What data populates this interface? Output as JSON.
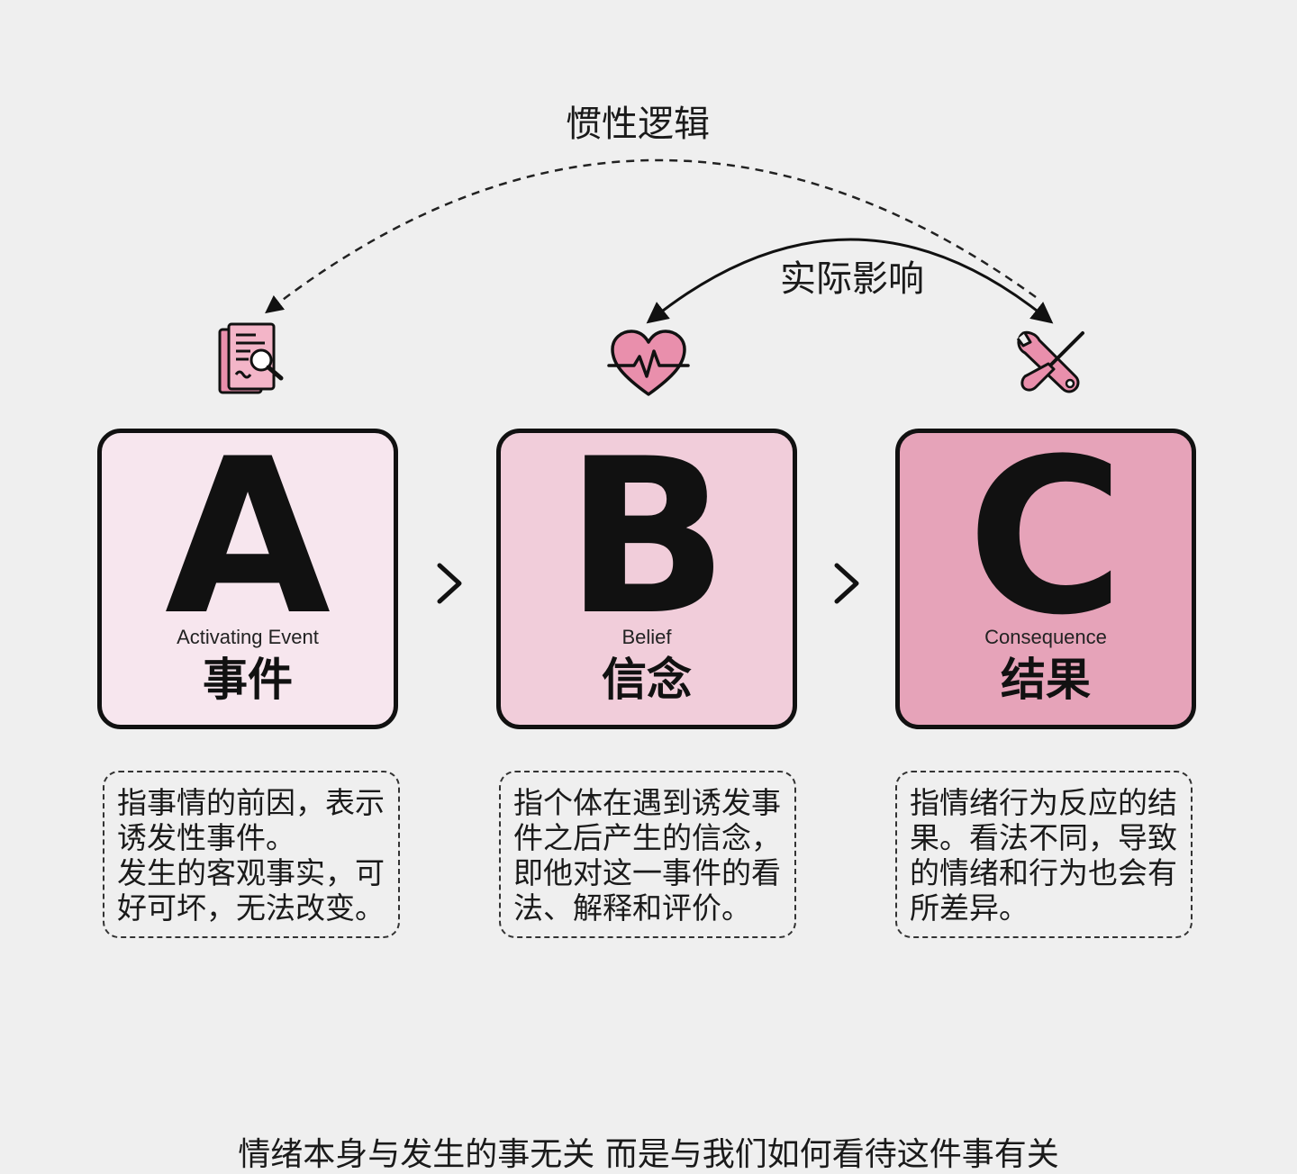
{
  "arcs": {
    "outer_label": "惯性逻辑",
    "inner_label": "实际影响"
  },
  "cards": [
    {
      "letter": "A",
      "english": "Activating Event",
      "chinese": "事件",
      "color": "#f7e6ee",
      "icon": "document-search-icon",
      "desc_lines": [
        "指事情的前因，表示",
        "诱发性事件。",
        "发生的客观事实，可",
        "好可坏，无法改变。"
      ]
    },
    {
      "letter": "B",
      "english": "Belief",
      "chinese": "信念",
      "color": "#f1cdda",
      "icon": "heart-pulse-icon",
      "desc_lines": [
        "指个体在遇到诱发事",
        "件之后产生的信念，",
        "即他对这一事件的看",
        "法、解释和评价。"
      ]
    },
    {
      "letter": "C",
      "english": "Consequence",
      "chinese": "结果",
      "color": "#e6a3b9",
      "icon": "wrench-screwdriver-icon",
      "desc_lines": [
        "指情绪行为反应的结",
        "果。看法不同，导致",
        "的情绪和行为也会有",
        "所差异。"
      ]
    }
  ],
  "footer": "情绪本身与发生的事无关 而是与我们如何看待这件事有关",
  "colors": {
    "background": "#efefef",
    "icon_pink": "#e98fac",
    "stroke": "#111111"
  }
}
